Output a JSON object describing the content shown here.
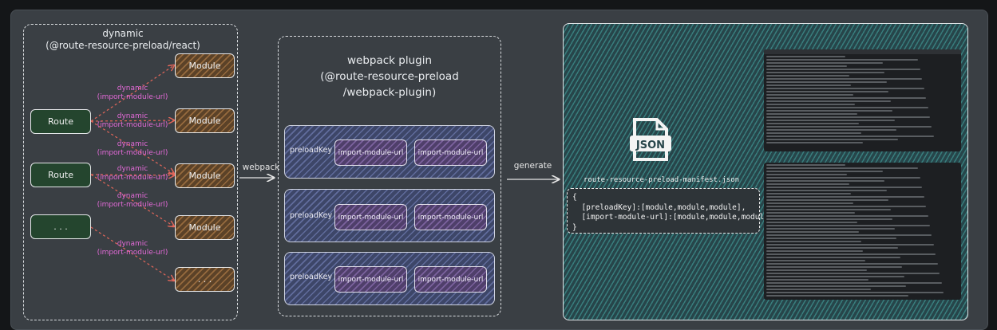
{
  "left_group": {
    "title_line1": "dynamic",
    "title_line2": "(@route-resource-preload/react)"
  },
  "routes": [
    "Route",
    "Route",
    ". . ."
  ],
  "modules": [
    "Module",
    "Module",
    "Module",
    "Module",
    ". . ."
  ],
  "edge_label": {
    "line1": "dynamic",
    "line2": "(import-module-url)"
  },
  "arrow_webpack": "webpack",
  "plugin_group": {
    "title_line1": "webpack plugin",
    "title_line2": "(@route-resource-preload",
    "title_line3": "/webpack-plugin)",
    "rows": [
      {
        "key": "preloadKey",
        "chips": [
          "import-module-url",
          "import-module-url"
        ]
      },
      {
        "key": "preloadKey",
        "chips": [
          "import-module-url",
          "import-module-url"
        ]
      },
      {
        "key": "preloadKey",
        "chips": [
          "import-module-url",
          "import-module-url"
        ]
      }
    ]
  },
  "arrow_generate": "generate",
  "manifest": {
    "icon_text": "JSON",
    "filename": "route-resource-preload-manifest.json",
    "lines": [
      "{",
      "  [preloadKey]:[module,module,module],",
      "  [import-module-url]:[module,module,module]",
      "}"
    ]
  },
  "colors": {
    "canvas": "#3a3f44",
    "route": "#24452e",
    "module": "#5b4228",
    "edge_label": "#e36ad8",
    "edge_arrow": "#e4675a",
    "plugin_row": "#3d4668",
    "chip": "#4f3f6a",
    "teal_panel": "#27454a"
  }
}
